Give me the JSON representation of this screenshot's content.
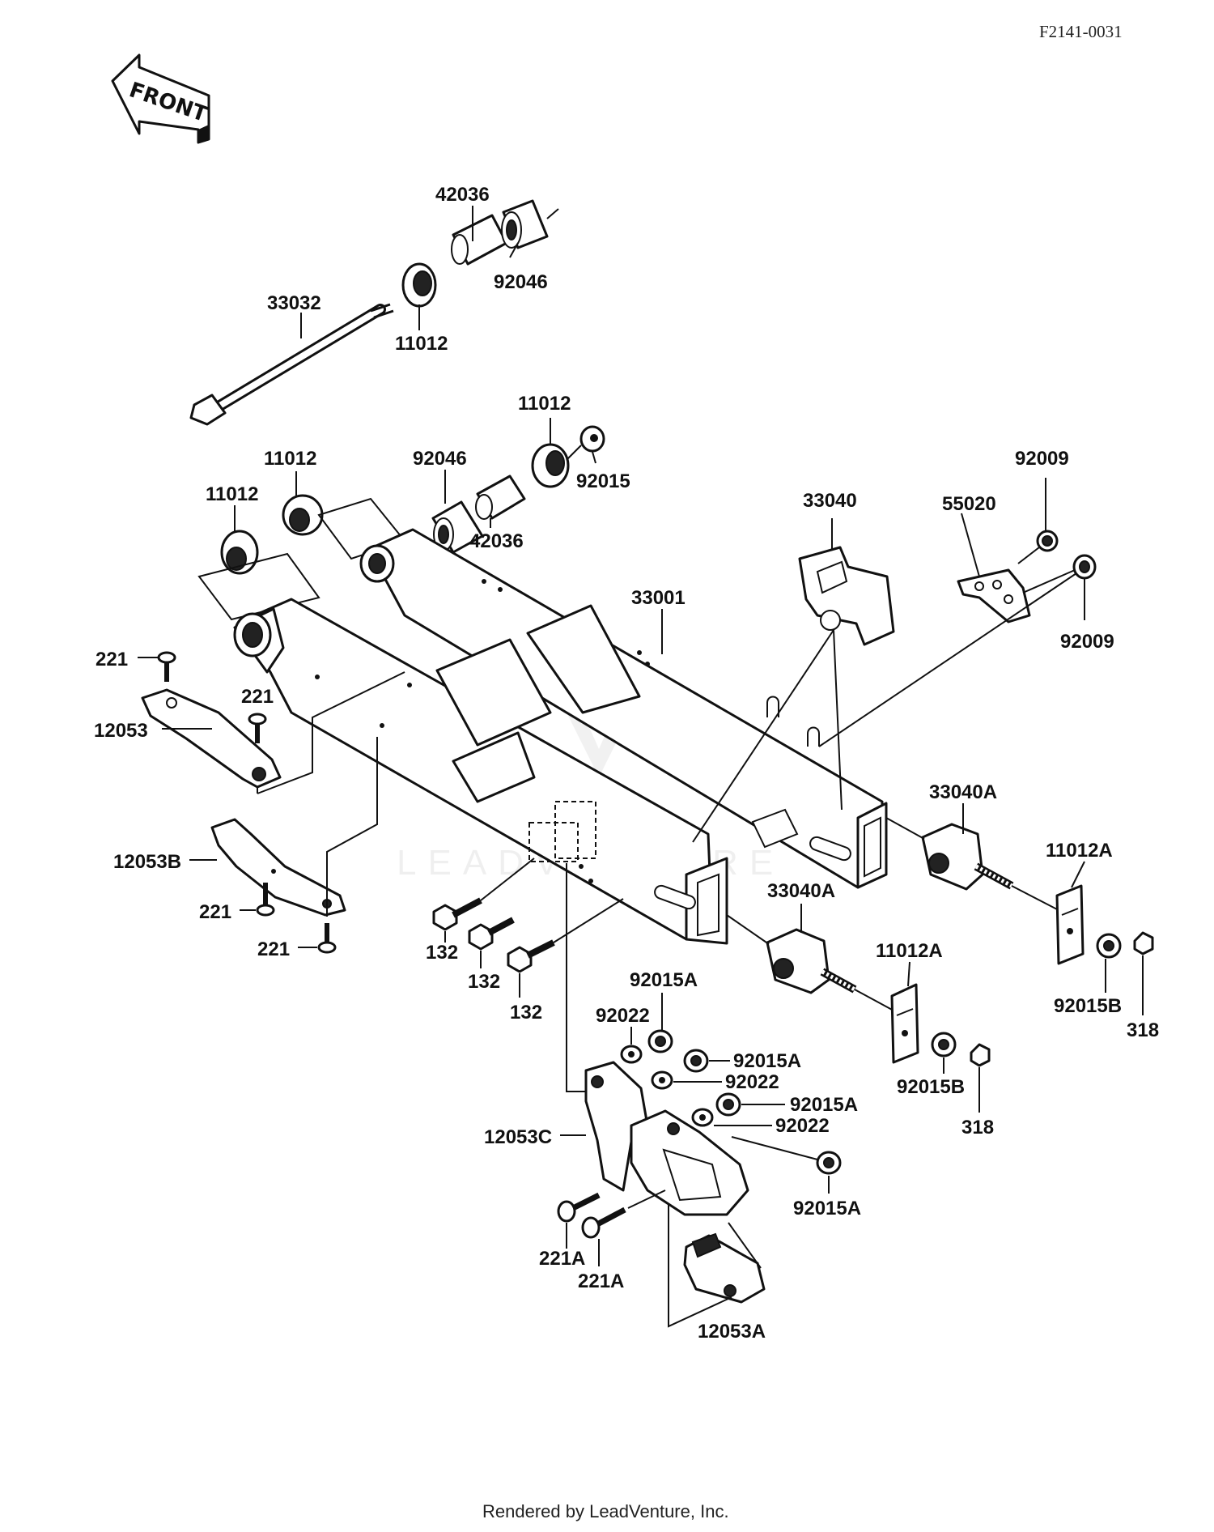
{
  "figure_id": "F2141-0031",
  "front_arrow_label": "FRONT",
  "watermark_text": "LEADVENTURE",
  "footer": "Rendered by LeadVenture, Inc.",
  "colors": {
    "line": "#111111",
    "background": "#ffffff"
  },
  "callouts": [
    {
      "id": "42036-top",
      "text": "42036"
    },
    {
      "id": "92046-top",
      "text": "92046"
    },
    {
      "id": "33032",
      "text": "33032"
    },
    {
      "id": "11012-axle",
      "text": "11012"
    },
    {
      "id": "11012-right",
      "text": "11012"
    },
    {
      "id": "11012-mid",
      "text": "11012"
    },
    {
      "id": "11012-left",
      "text": "11012"
    },
    {
      "id": "92046-mid",
      "text": "92046"
    },
    {
      "id": "92015",
      "text": "92015"
    },
    {
      "id": "42036-mid",
      "text": "42036"
    },
    {
      "id": "33040",
      "text": "33040"
    },
    {
      "id": "55020",
      "text": "55020"
    },
    {
      "id": "92009-top",
      "text": "92009"
    },
    {
      "id": "92009-bottom",
      "text": "92009"
    },
    {
      "id": "33001",
      "text": "33001"
    },
    {
      "id": "221-top",
      "text": "221"
    },
    {
      "id": "221-mid",
      "text": "221"
    },
    {
      "id": "12053",
      "text": "12053"
    },
    {
      "id": "12053B",
      "text": "12053B"
    },
    {
      "id": "221-lower1",
      "text": "221"
    },
    {
      "id": "221-lower2",
      "text": "221"
    },
    {
      "id": "33040A-right",
      "text": "33040A"
    },
    {
      "id": "11012A-right",
      "text": "11012A"
    },
    {
      "id": "33040A-left",
      "text": "33040A"
    },
    {
      "id": "11012A-left",
      "text": "11012A"
    },
    {
      "id": "132-a",
      "text": "132"
    },
    {
      "id": "132-b",
      "text": "132"
    },
    {
      "id": "132-c",
      "text": "132"
    },
    {
      "id": "92015A-top",
      "text": "92015A"
    },
    {
      "id": "92022-top",
      "text": "92022"
    },
    {
      "id": "92015A-2",
      "text": "92015A"
    },
    {
      "id": "92022-2",
      "text": "92022"
    },
    {
      "id": "92015A-3",
      "text": "92015A"
    },
    {
      "id": "92022-3",
      "text": "92022"
    },
    {
      "id": "92015A-4",
      "text": "92015A"
    },
    {
      "id": "12053C",
      "text": "12053C"
    },
    {
      "id": "221A-1",
      "text": "221A"
    },
    {
      "id": "221A-2",
      "text": "221A"
    },
    {
      "id": "12053A",
      "text": "12053A"
    },
    {
      "id": "92015B-right",
      "text": "92015B"
    },
    {
      "id": "318-right",
      "text": "318"
    },
    {
      "id": "92015B-left",
      "text": "92015B"
    },
    {
      "id": "318-left",
      "text": "318"
    }
  ]
}
